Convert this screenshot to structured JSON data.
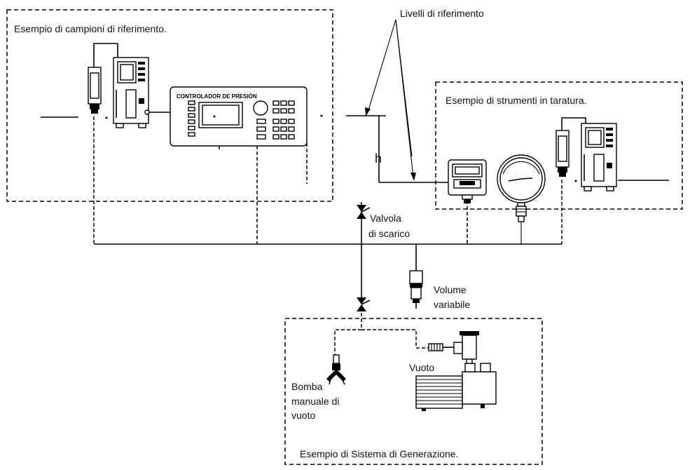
{
  "labels": {
    "reference_standards": "Esempio di campioni di riferimento.",
    "reference_levels": "Livelli di riferimento",
    "instruments_under_test": "Esempio di strumenti in taratura.",
    "height_symbol": "h",
    "valve_line1": "Valvola",
    "valve_line2": "di scarico",
    "variable_volume_line1": "Volume",
    "variable_volume_line2": "variabile",
    "vacuum": "Vuoto",
    "hand_pump_line1": "Bomba",
    "hand_pump_line2": "manuale di",
    "hand_pump_line3": "vuoto",
    "generation_system": "Esempio di Sistema di Generazione.",
    "controller_title": "CONTROLADOR DE PRESIÓN"
  }
}
